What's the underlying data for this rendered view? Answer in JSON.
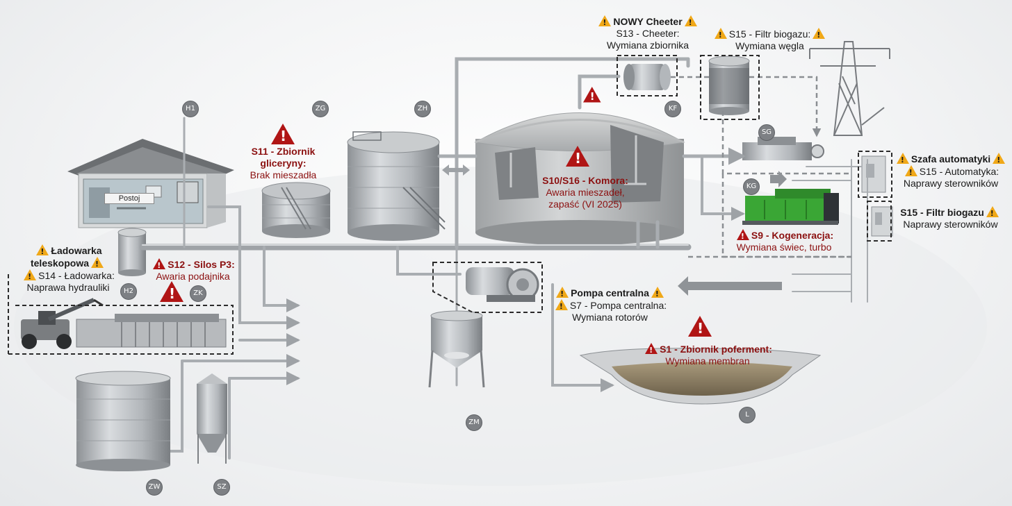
{
  "markers": {
    "h1": "H1",
    "h2": "H2",
    "zg": "ZG",
    "zh": "ZH",
    "kf": "KF",
    "sg": "SG",
    "kg": "KG",
    "zk": "ZK",
    "zm": "ZM",
    "zw": "ZW",
    "sz": "SZ",
    "l": "L"
  },
  "building_label": "Postoj",
  "callouts": {
    "cheeter": {
      "title": "NOWY Cheeter",
      "line1": "S13 - Cheeter:",
      "line2": "Wymiana zbiornika"
    },
    "filtr_top": {
      "line1": "S15 - Filtr biogazu:",
      "line2": "Wymiana węgla"
    },
    "zbiornik_gliceryny": {
      "title1": "S11 - Zbiornik",
      "title2": "gliceryny:",
      "body": "Brak mieszadła"
    },
    "komora": {
      "title": "S10/S16 - Komora:",
      "body1": "Awaria mieszadeł,",
      "body2": "zapaść (VI 2025)"
    },
    "szafa": {
      "title": "Szafa automatyki",
      "line1": "S15 - Automatyka:",
      "line2": "Naprawy sterowników"
    },
    "filtr_right": {
      "title": "S15 - Filtr biogazu",
      "line1": "Naprawy sterowników"
    },
    "kogeneracja": {
      "title": "S9 - Kogeneracja:",
      "body": "Wymiana świec, turbo"
    },
    "ladowarka": {
      "title1": "Ładowarka",
      "title2": "teleskopowa",
      "line1": "S14 - Ładowarka:",
      "line2": "Naprawa hydrauliki"
    },
    "silos": {
      "title": "S12 - Silos P3:",
      "body": "Awaria podajnika"
    },
    "pompa": {
      "title": "Pompa centralna",
      "line1": "S7 - Pompa centralna:",
      "line2": "Wymiana rotorów"
    },
    "poferment": {
      "title": "S1 - Zbiornik poferment:",
      "body": "Wymiana membran"
    }
  },
  "colors": {
    "alert_red": "#b01515",
    "label_red": "#8b1010",
    "warning_amber": "#f0a818",
    "engine_green": "#3aa635",
    "pipe_gray": "#a9adb1",
    "marker_gray": "#7d8084"
  }
}
